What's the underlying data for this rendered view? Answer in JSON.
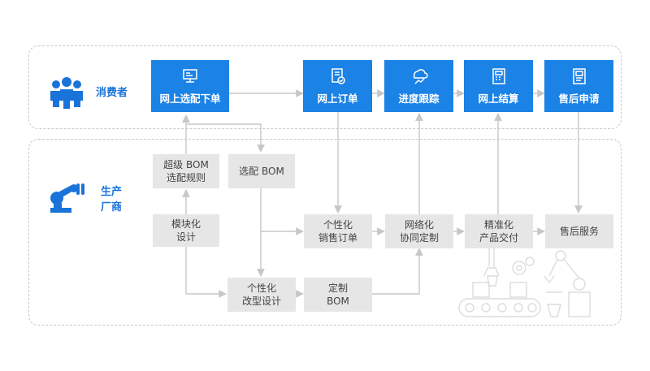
{
  "consumer": {
    "label": "消费者",
    "color": "#1a73d9"
  },
  "manufacturer": {
    "label_line1": "生产",
    "label_line2": "厂商"
  },
  "consumer_steps": [
    {
      "label": "网上选配下单",
      "icon": "computer-order-icon"
    },
    {
      "label": "网上订单",
      "icon": "document-check-icon"
    },
    {
      "label": "进度跟踪",
      "icon": "cloud-chart-icon"
    },
    {
      "label": "网上结算",
      "icon": "calculator-icon"
    },
    {
      "label": "售后申请",
      "icon": "form-icon"
    }
  ],
  "mfr_nodes": {
    "super_bom": {
      "line1": "超级 BOM",
      "line2": "选配规则"
    },
    "select_bom": {
      "line1": "选配 BOM"
    },
    "module_design": {
      "line1": "模块化",
      "line2": "设计"
    },
    "personal_order": {
      "line1": "个性化",
      "line2": "销售订单"
    },
    "network_custom": {
      "line1": "网络化",
      "line2": "协同定制"
    },
    "precise_delivery": {
      "line1": "精准化",
      "line2": "产品交付"
    },
    "after_service": {
      "line1": "售后服务"
    },
    "personal_design": {
      "line1": "个性化",
      "line2": "改型设计"
    },
    "custom_bom": {
      "line1": "定制",
      "line2": "BOM"
    }
  },
  "colors": {
    "blue": "#1b82e6",
    "gray_box": "#e6e6e6",
    "arrow": "#c7c7c7",
    "factory_art": "#dddddd"
  }
}
